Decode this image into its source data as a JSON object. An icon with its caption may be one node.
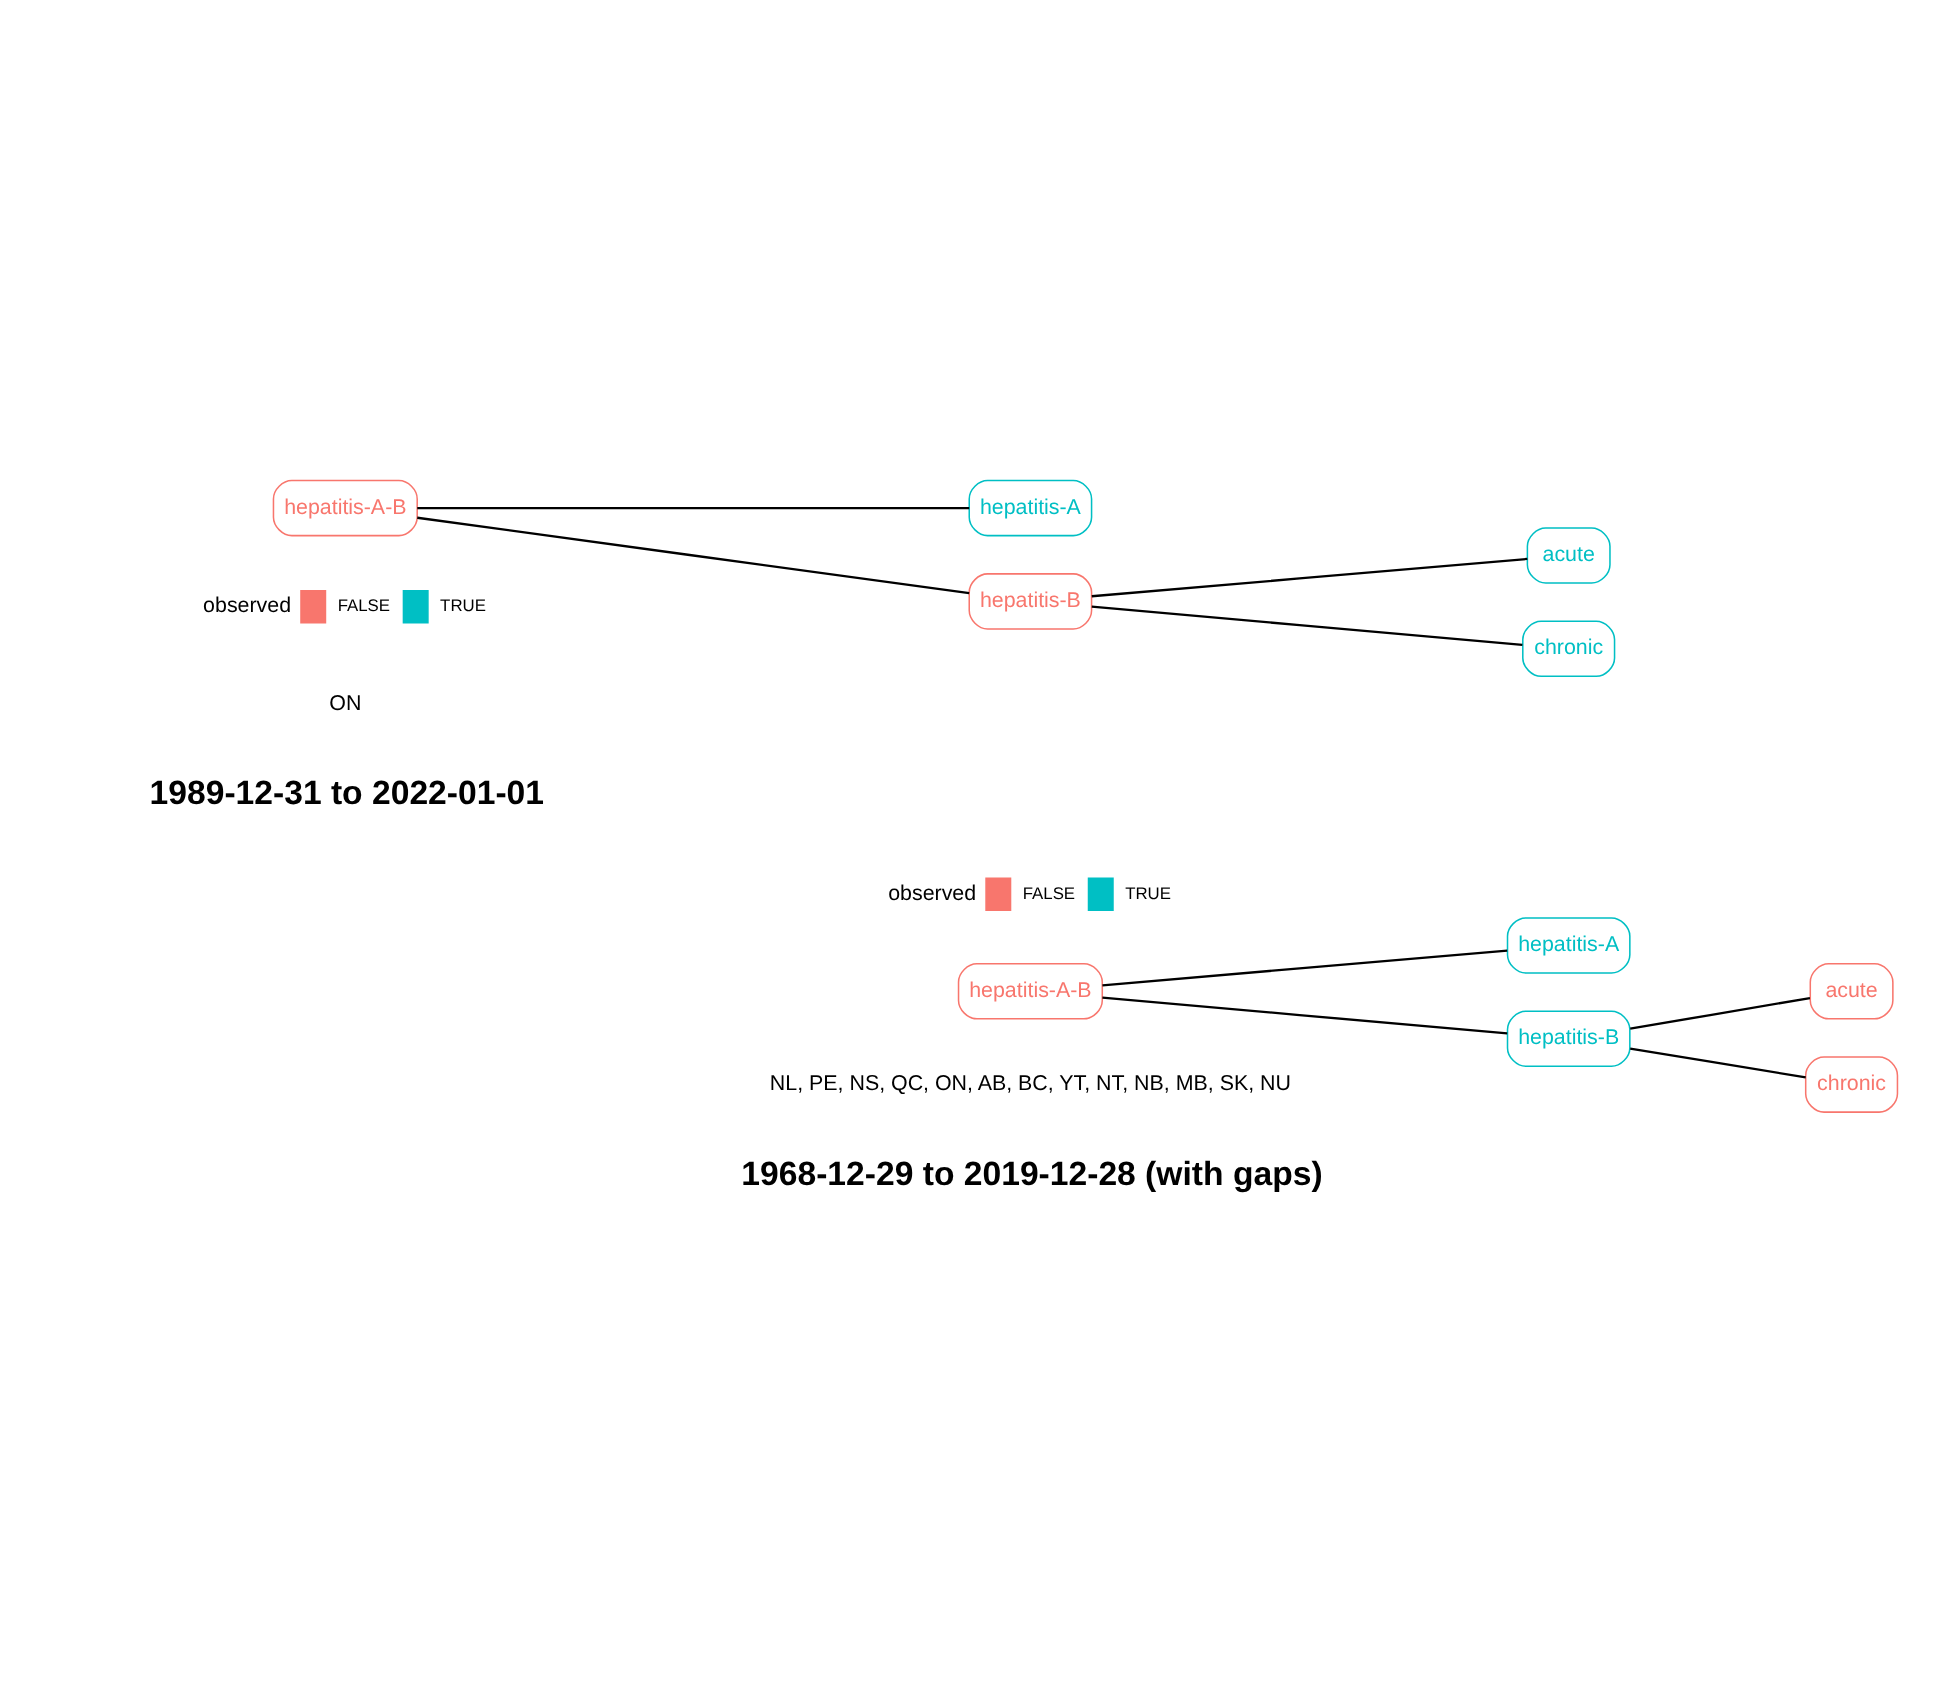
{
  "diagram": {
    "nodes": [
      {
        "text": [
          "hepatitis-A-B"
        ]
      },
      {
        "text": [
          "hepatitis-B"
        ]
      },
      {
        "text": [
          "hepatitis-A"
        ]
      },
      {
        "text": [
          "chronic"
        ]
      },
      {
        "text": [
          "acute"
        ]
      },
      {
        "text": [
          "hepatitis-A-B"
        ]
      },
      {
        "text": [
          "hepatitis-B"
        ]
      },
      {
        "text": [
          "hepatitis-A"
        ]
      },
      {
        "text": [
          "chronic"
        ]
      },
      {
        "text": [
          "acute"
        ]
      }
    ],
    "edges": [
      {
        "from": 0,
        "to": 1,
        "arrow": "none"
      },
      {
        "from": 0,
        "to": 2,
        "arrow": "none"
      },
      {
        "from": 1,
        "to": 3,
        "arrow": "none"
      },
      {
        "from": 1,
        "to": 4,
        "arrow": "none"
      },
      {
        "from": 5,
        "to": 6,
        "arrow": "none"
      },
      {
        "from": 5,
        "to": 7,
        "arrow": "none"
      },
      {
        "from": 6,
        "to": 8,
        "arrow": "none"
      },
      {
        "from": 6,
        "to": 9,
        "arrow": "none"
      }
    ],
    "labels": [
      "1989-12-31 to 2022-01-01",
      "ON",
      "observed",
      "1968-12-29 to 2019-12-28 (with gaps)",
      "NL, PE, NS, QC, ON, AB, BC, YT, NT, NB, MB, SK, NU",
      "observed"
    ],
    "legend": [
      {
        "text": "FALSE",
        "color": "#f8766d"
      },
      {
        "text": "TRUE",
        "color": "#00bfc4"
      },
      {
        "text": "FALSE",
        "color": "#f8766d"
      },
      {
        "text": "TRUE",
        "color": "#00bfc4"
      }
    ]
  }
}
